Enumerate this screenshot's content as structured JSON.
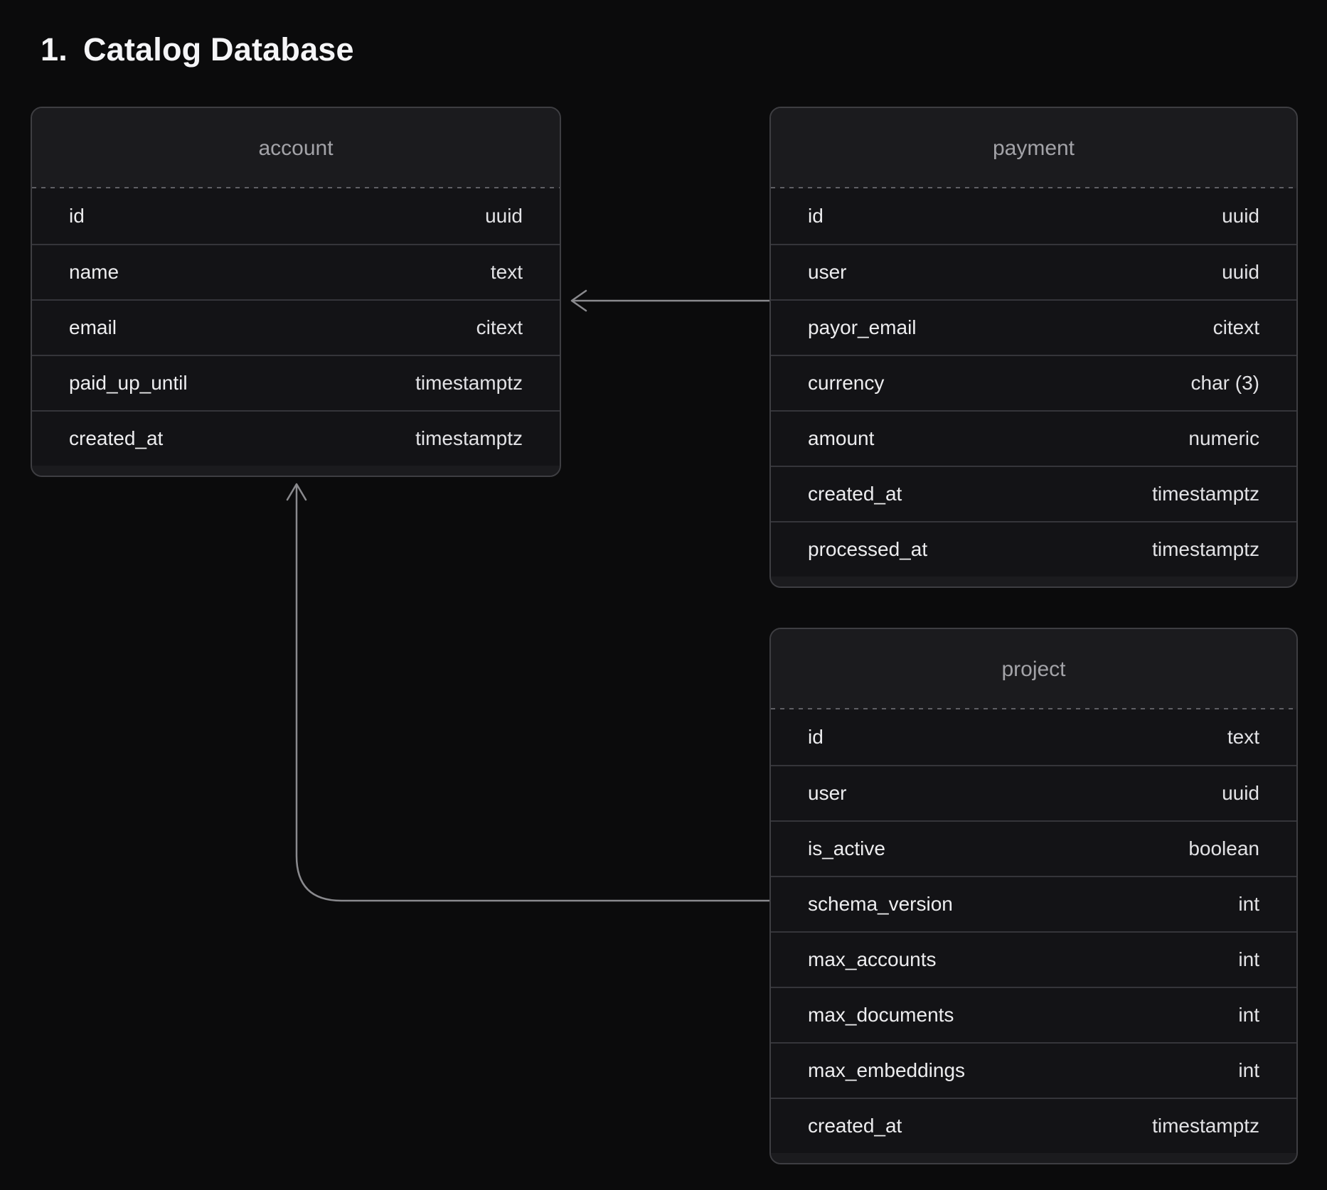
{
  "page": {
    "title_number": "1.",
    "title_text": "Catalog Database"
  },
  "colors": {
    "background": "#0b0b0c",
    "table_surface": "#1b1b1e",
    "row_surface": "#131316",
    "connector_line": "#8a8a8e",
    "title_text": "#f5f5f7",
    "table_name_text": "#a3a3a8"
  },
  "tables": [
    {
      "name": "account",
      "columns": [
        {
          "name": "id",
          "type": "uuid"
        },
        {
          "name": "name",
          "type": "text"
        },
        {
          "name": "email",
          "type": "citext"
        },
        {
          "name": "paid_up_until",
          "type": "timestamptz"
        },
        {
          "name": "created_at",
          "type": "timestamptz"
        }
      ]
    },
    {
      "name": "payment",
      "columns": [
        {
          "name": "id",
          "type": "uuid"
        },
        {
          "name": "user",
          "type": "uuid"
        },
        {
          "name": "payor_email",
          "type": "citext"
        },
        {
          "name": "currency",
          "type": "char (3)"
        },
        {
          "name": "amount",
          "type": "numeric"
        },
        {
          "name": "created_at",
          "type": "timestamptz"
        },
        {
          "name": "processed_at",
          "type": "timestamptz"
        }
      ]
    },
    {
      "name": "project",
      "columns": [
        {
          "name": "id",
          "type": "text"
        },
        {
          "name": "user",
          "type": "uuid"
        },
        {
          "name": "is_active",
          "type": "boolean"
        },
        {
          "name": "schema_version",
          "type": "int"
        },
        {
          "name": "max_accounts",
          "type": "int"
        },
        {
          "name": "max_documents",
          "type": "int"
        },
        {
          "name": "max_embeddings",
          "type": "int"
        },
        {
          "name": "created_at",
          "type": "timestamptz"
        }
      ]
    }
  ],
  "connectors": [
    {
      "id": "payment-to-account",
      "from_table": "payment",
      "to_table": "account",
      "style": "arrow"
    },
    {
      "id": "project-to-account",
      "from_table": "project",
      "to_table": "account",
      "style": "arrow"
    }
  ]
}
